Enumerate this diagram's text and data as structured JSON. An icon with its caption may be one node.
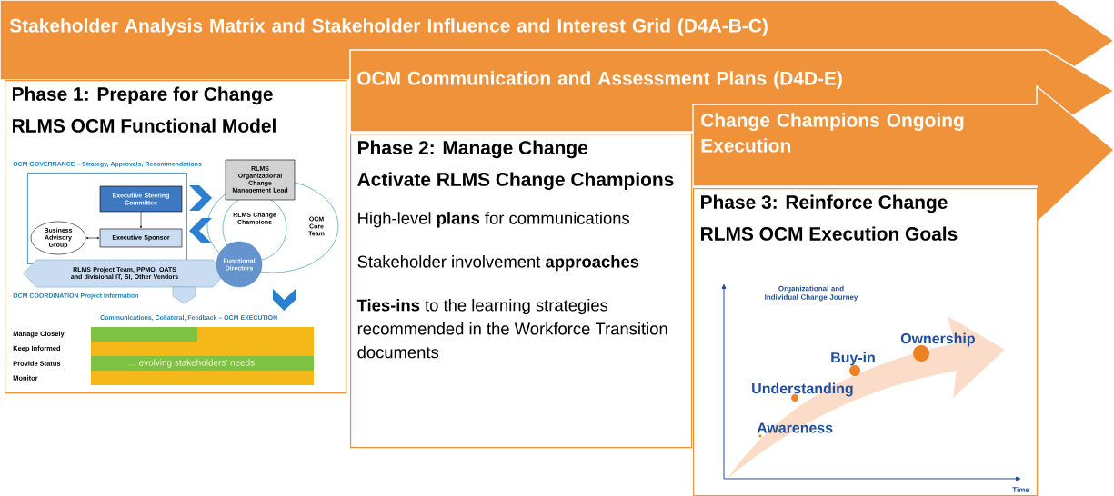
{
  "diagram": {
    "nodes": [
      {
        "text": [
          "Stakeholder Analysis Matrix and Stakeholder Influence and Interest Grid (D4A-B-C)"
        ]
      },
      {
        "text": [
          "OCM Communication and Assessment Plans (D4D-E)"
        ]
      },
      {
        "text": [
          "Change Champions Ongoing Execution"
        ]
      },
      {
        "text": [
          "Phase 1: Prepare for Change",
          "RLMS OCM Functional Model"
        ]
      },
      {
        "text": [
          "OCM GOVERNANCE – Strategy, Approvals, Recommendations"
        ],
        "in": 3
      },
      {
        "text": [
          "Executive Steering Committee"
        ],
        "in": 4
      },
      {
        "text": [
          "Executive Sponsor"
        ],
        "in": 4
      },
      {
        "text": [
          "Business Advisory Group"
        ],
        "in": 4
      },
      {
        "text": [
          "RLMS Project Team, PPMO, OATS and divisional IT, SI, Other Vendors"
        ],
        "beside": [
          "OCM COORDINATION Project Information"
        ],
        "in": 3
      },
      {
        "text": [
          "OCM Core Team"
        ],
        "in": 3
      },
      {
        "text": [
          "RLMS Change Champions"
        ],
        "in": 9
      },
      {
        "text": [
          "RLMS Organizational Change Management Lead"
        ],
        "in": 3
      },
      {
        "text": [
          "Functional Directors"
        ],
        "in": 3
      },
      {
        "text": [
          "… evolving stakeholders' needs"
        ],
        "beside": [
          "Communications, Collateral, Feedback – OCM EXECUTION"
        ],
        "in": 3
      },
      {
        "text": [
          "Phase 2: Manage Change",
          "Activate RLMS Change Champions",
          "High-level **plans** for communications",
          "Stakeholder involvement **approaches**",
          "**Ties-ins** to the learning strategies recommended in the Workforce Transition documents"
        ]
      },
      {
        "text": [
          "Phase 3: Reinforce Change",
          "RLMS OCM Execution Goals"
        ]
      }
    ],
    "edges": [
      {
        "from": 5,
        "to": 6,
        "arrow": "to"
      },
      {
        "from": 7,
        "to": 6,
        "arrow": "both"
      }
    ],
    "labels": [
      "Manage Closely",
      "Keep Informed",
      "Provide Status",
      "Monitor",
      "Organizational and Individual Change Journey",
      "Ownership",
      "Buy-in",
      "Understanding",
      "Awareness",
      "Time"
    ]
  }
}
